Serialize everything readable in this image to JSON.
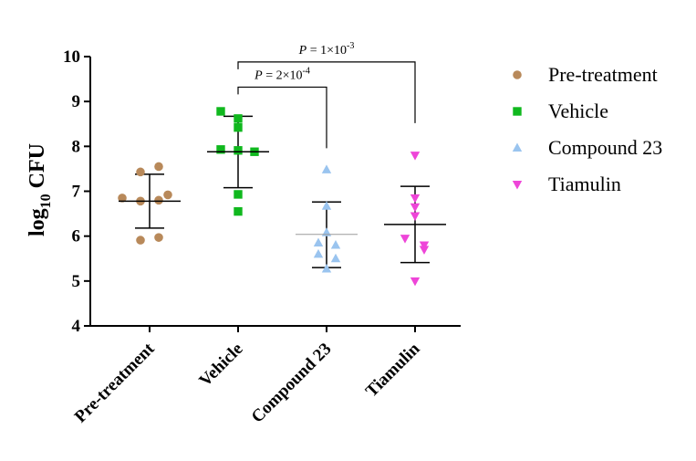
{
  "chart_data": {
    "type": "scatter",
    "ylabel_main": "log",
    "ylabel_sub": "10",
    "ylabel_tail": " CFU",
    "ylim": [
      4,
      10
    ],
    "yticks": [
      4,
      5,
      6,
      7,
      8,
      9,
      10
    ],
    "categories": [
      "Pre-treatment",
      "Vehicle",
      "Compound 23",
      "Tiamulin"
    ],
    "series": [
      {
        "name": "Pre-treatment",
        "marker": "circle",
        "color": "#B8895A",
        "points": [
          7.55,
          7.43,
          6.92,
          6.85,
          6.8,
          6.78,
          5.97,
          5.91
        ],
        "mean": 6.78,
        "sd_upper": 7.38,
        "sd_lower": 6.18
      },
      {
        "name": "Vehicle",
        "marker": "square",
        "color": "#10B81E",
        "points": [
          8.78,
          8.62,
          8.42,
          7.93,
          7.91,
          7.88,
          6.93,
          6.55
        ],
        "mean": 7.88,
        "sd_upper": 8.67,
        "sd_lower": 7.08
      },
      {
        "name": "Compound 23",
        "marker": "triangle-up",
        "color": "#9AC4EF",
        "points": [
          7.48,
          6.67,
          6.08,
          5.85,
          5.8,
          5.6,
          5.5,
          5.27
        ],
        "mean": 6.04,
        "sd_upper": 6.76,
        "sd_lower": 5.3
      },
      {
        "name": "Tiamulin",
        "marker": "triangle-down",
        "color": "#EE45D8",
        "points": [
          7.8,
          6.85,
          6.65,
          6.45,
          5.95,
          5.8,
          5.7,
          5.0
        ],
        "mean": 6.26,
        "sd_upper": 7.11,
        "sd_lower": 5.41
      }
    ],
    "annotations": [
      {
        "from": 1,
        "to": 2,
        "level": 9.32,
        "label_p": "P",
        "label_eq": " = 2×10",
        "label_exp": "-4"
      },
      {
        "from": 1,
        "to": 3,
        "level": 9.88,
        "label_p": "P",
        "label_eq": " = 1×10",
        "label_exp": "-3"
      }
    ],
    "legend_position": "right",
    "grid": false
  }
}
